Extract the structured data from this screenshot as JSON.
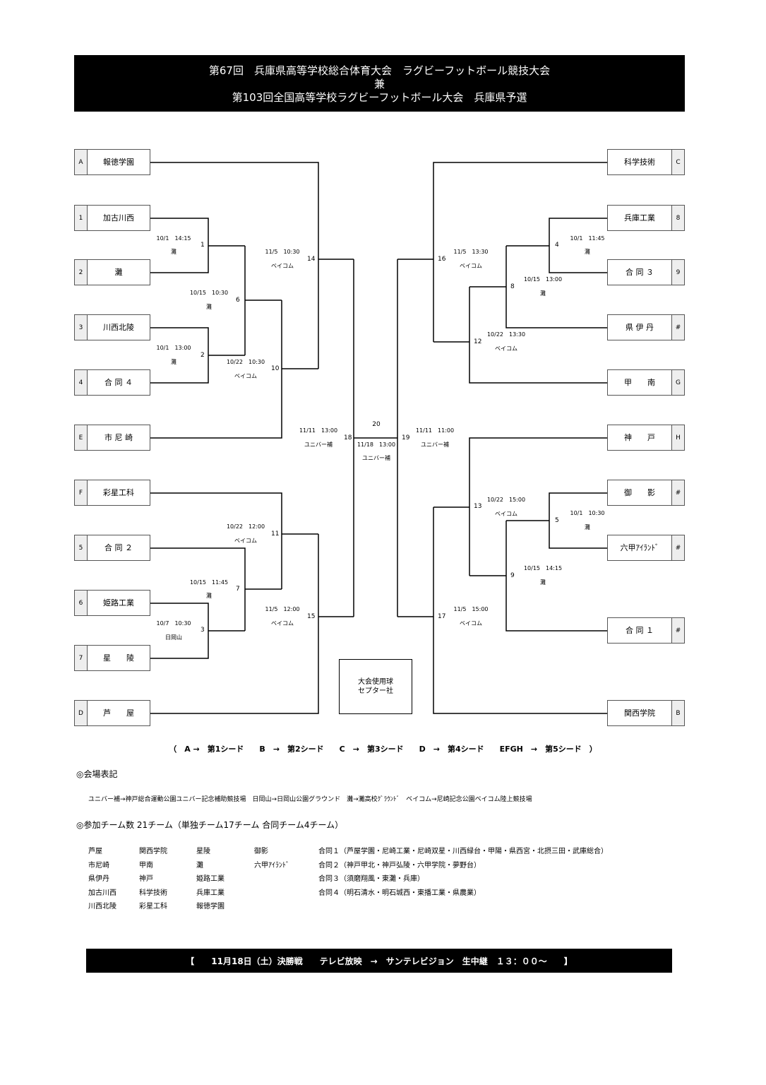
{
  "header": {
    "line1": "第67回　兵庫県高等学校総合体育大会　ラグビーフットボール競技大会",
    "line2": "兼",
    "line3": "第103回全国高等学校ラグビーフットボール大会　兵庫県予選"
  },
  "teams_left": [
    {
      "seed": "A",
      "name": "報徳学園"
    },
    {
      "seed": "1",
      "name": "加古川西"
    },
    {
      "seed": "2",
      "name": "灘"
    },
    {
      "seed": "3",
      "name": "川西北陵"
    },
    {
      "seed": "4",
      "name": "合 同 ４"
    },
    {
      "seed": "E",
      "name": "市 尼 崎"
    },
    {
      "seed": "F",
      "name": "彩星工科"
    },
    {
      "seed": "5",
      "name": "合 同 ２"
    },
    {
      "seed": "6",
      "name": "姫路工業"
    },
    {
      "seed": "7",
      "name": "星　　陵"
    },
    {
      "seed": "D",
      "name": "芦　　屋"
    }
  ],
  "teams_right": [
    {
      "seed": "C",
      "name": "科学技術"
    },
    {
      "seed": "8",
      "name": "兵庫工業"
    },
    {
      "seed": "9",
      "name": "合 同 ３"
    },
    {
      "seed": "#",
      "name": "県 伊 丹"
    },
    {
      "seed": "G",
      "name": "甲　　南"
    },
    {
      "seed": "H",
      "name": "神　　戸"
    },
    {
      "seed": "#",
      "name": "御　　影"
    },
    {
      "seed": "#",
      "name": "六甲ｱｲﾗﾝﾄﾞ"
    },
    {
      "seed": "#",
      "name": "合 同 １"
    },
    {
      "seed": "B",
      "name": "関西学院"
    }
  ],
  "matches": [
    {
      "num": "1",
      "date": "10/1　14:15",
      "venue": "灘"
    },
    {
      "num": "2",
      "date": "10/1　13:00",
      "venue": "灘"
    },
    {
      "num": "3",
      "date": "10/7　10:30",
      "venue": "日岡山"
    },
    {
      "num": "4",
      "date": "10/1　11:45",
      "venue": "灘"
    },
    {
      "num": "5",
      "date": "10/1　10:30",
      "venue": "灘"
    },
    {
      "num": "6",
      "date": "10/15　10:30",
      "venue": "灘"
    },
    {
      "num": "7",
      "date": "10/15　11:45",
      "venue": "灘"
    },
    {
      "num": "8",
      "date": "10/15　13:00",
      "venue": "灘"
    },
    {
      "num": "9",
      "date": "10/15　14:15",
      "venue": "灘"
    },
    {
      "num": "10",
      "date": "10/22　10:30",
      "venue": "ベイコム"
    },
    {
      "num": "11",
      "date": "10/22　12:00",
      "venue": "ベイコム"
    },
    {
      "num": "12",
      "date": "10/22　13:30",
      "venue": "ベイコム"
    },
    {
      "num": "13",
      "date": "10/22　15:00",
      "venue": "ベイコム"
    },
    {
      "num": "14",
      "date": "11/5　10:30",
      "venue": "ベイコム"
    },
    {
      "num": "15",
      "date": "11/5　12:00",
      "venue": "ベイコム"
    },
    {
      "num": "16",
      "date": "11/5　13:30",
      "venue": "ベイコム"
    },
    {
      "num": "17",
      "date": "11/5　15:00",
      "venue": "ベイコム"
    },
    {
      "num": "18",
      "date": "11/11　13:00",
      "venue": "ユニバー補"
    },
    {
      "num": "19",
      "date": "11/11　11:00",
      "venue": "ユニバー補"
    },
    {
      "num": "20",
      "date": "11/18　13:00",
      "venue": "ユニバー補"
    }
  ],
  "ball": {
    "line1": "大会使用球",
    "line2": "セプター社"
  },
  "seed_legend": "（　A →　第1シード　　B　→　第2シード　　C　→　第3シード　　D　→　第4シード　　EFGH　→　第5シード　）",
  "venue_heading": "◎会場表記",
  "venue_text": "ユニバー補→神戸総合運動公園ユニバー記念補助競技場　日岡山→日岡山公園グラウンド　灘→灘高校ｸﾞﾗｳﾝﾄﾞ　ベイコム→尼崎記念公園ベイコム陸上競技場",
  "teams_heading": "◎参加チーム数 21チーム（単独チーム17チーム 合同チーム4チーム）",
  "team_columns": [
    [
      "芦屋",
      "市尼崎",
      "県伊丹",
      "加古川西",
      "川西北陵"
    ],
    [
      "関西学院",
      "甲南",
      "神戸",
      "科学技術",
      "彩星工科"
    ],
    [
      "星陵",
      "灘",
      "姫路工業",
      "兵庫工業",
      "報徳学園"
    ],
    [
      "御影",
      "六甲ｱｲﾗﾝﾄﾞ"
    ]
  ],
  "joint_teams": [
    "合同１（芦屋学園・尼崎工業・尼崎双星・川西緑台・甲陽・県西宮・北摂三田・武庫総合）",
    "合同２（神戸甲北・神戸弘陵・六甲学院・夢野台）",
    "合同３（須磨翔風・東灘・兵庫）",
    "合同４（明石清水・明石城西・東播工業・県農業）"
  ],
  "footer": "【　　11月18日（土）決勝戦　　テレビ放映　→　サンテレビジョン　生中継　１３：００～　　】"
}
